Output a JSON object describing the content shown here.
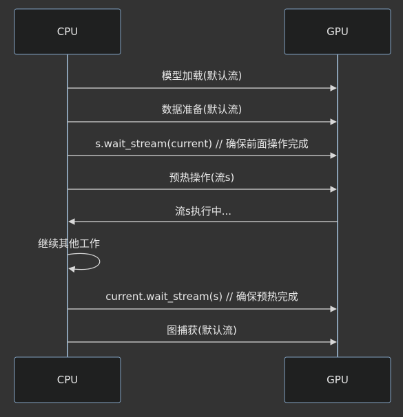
{
  "participants": {
    "cpu": "CPU",
    "gpu": "GPU"
  },
  "messages": [
    {
      "from": "cpu",
      "to": "gpu",
      "text": "模型加载(默认流)"
    },
    {
      "from": "cpu",
      "to": "gpu",
      "text": "数据准备(默认流)"
    },
    {
      "from": "cpu",
      "to": "gpu",
      "text": "s.wait_stream(current) // 确保前面操作完成"
    },
    {
      "from": "cpu",
      "to": "gpu",
      "text": "预热操作(流s)"
    },
    {
      "from": "gpu",
      "to": "cpu",
      "text": "流s执行中..."
    },
    {
      "from": "cpu",
      "to": "cpu",
      "text": "继续其他工作"
    },
    {
      "from": "cpu",
      "to": "gpu",
      "text": "current.wait_stream(s) // 确保预热完成"
    },
    {
      "from": "cpu",
      "to": "gpu",
      "text": "图捕获(默认流)"
    }
  ]
}
